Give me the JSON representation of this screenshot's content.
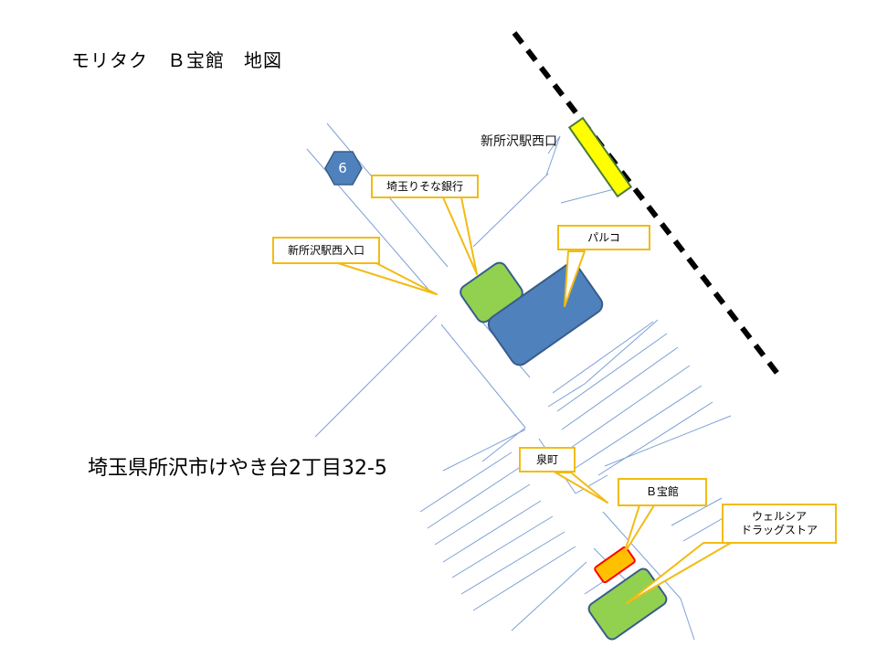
{
  "title": "モリタク　Ｂ宝館　地図",
  "address": "埼玉県所沢市けやき台2丁目32-5",
  "station_label": "新所沢駅西口",
  "route_shield": "6",
  "callouts": {
    "resona": "埼玉りそな銀行",
    "parco": "パルコ",
    "west_entrance": "新所沢駅西入口",
    "izumicho": "泉町",
    "bhokan": "Ｂ宝館",
    "welcia": "ウェルシア\nドラッグストア"
  },
  "colors": {
    "road": "#7ea0d6",
    "callout_border": "#f2bb12",
    "building_green": "#92d050",
    "building_blue": "#4f81bd",
    "building_orange": "#ffc000",
    "building_border_red": "#ff0000",
    "station": "#ffff00",
    "shield": "#4f81bd"
  }
}
